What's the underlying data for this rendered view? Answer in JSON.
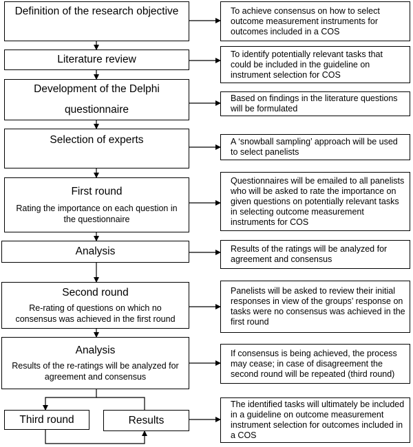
{
  "steps": {
    "objective": {
      "title": "Definition of the research objective"
    },
    "literature": {
      "title": "Literature review"
    },
    "questionnaire": {
      "title": "Development of the Delphi",
      "title_line2": "questionnaire"
    },
    "experts": {
      "title": "Selection of experts"
    },
    "first_round": {
      "title": "First round",
      "subtitle": "Rating the importance on each question in the questionnaire"
    },
    "analysis1": {
      "title": "Analysis"
    },
    "second_round": {
      "title": "Second round",
      "subtitle": "Re-rating of questions on which no consensus was achieved in the first round"
    },
    "analysis2": {
      "title": "Analysis",
      "subtitle": "Results of the re-ratings will be analyzed for agreement and consensus"
    },
    "third_round": {
      "title": "Third round"
    },
    "results": {
      "title": "Results"
    }
  },
  "notes": {
    "objective": "To achieve consensus on how to select outcome measurement instruments for outcomes included in a COS",
    "literature": "To identify potentially relevant tasks that could be included in the guideline on instrument selection for COS",
    "questionnaire": "Based on findings in the literature questions will be formulated",
    "experts": "A ‘snowball sampling’ approach will be used to select panelists",
    "first_round": "Questionnaires will be emailed to all panelists who will be asked to rate the importance on given questions on potentially relevant tasks in selecting outcome measurement instruments for COS",
    "analysis1": "Results of the ratings will be analyzed for agreement and consensus",
    "second_round": "Panelists will be asked to review their initial responses in view of the groups’ response on tasks were no consensus was achieved in the first round",
    "analysis2": "If consensus is being achieved, the process may cease; in case of disagreement the second round will be repeated (third round)",
    "results": "The identified tasks will ultimately be included in a guideline on outcome measurement instrument selection for outcomes included in a COS"
  }
}
